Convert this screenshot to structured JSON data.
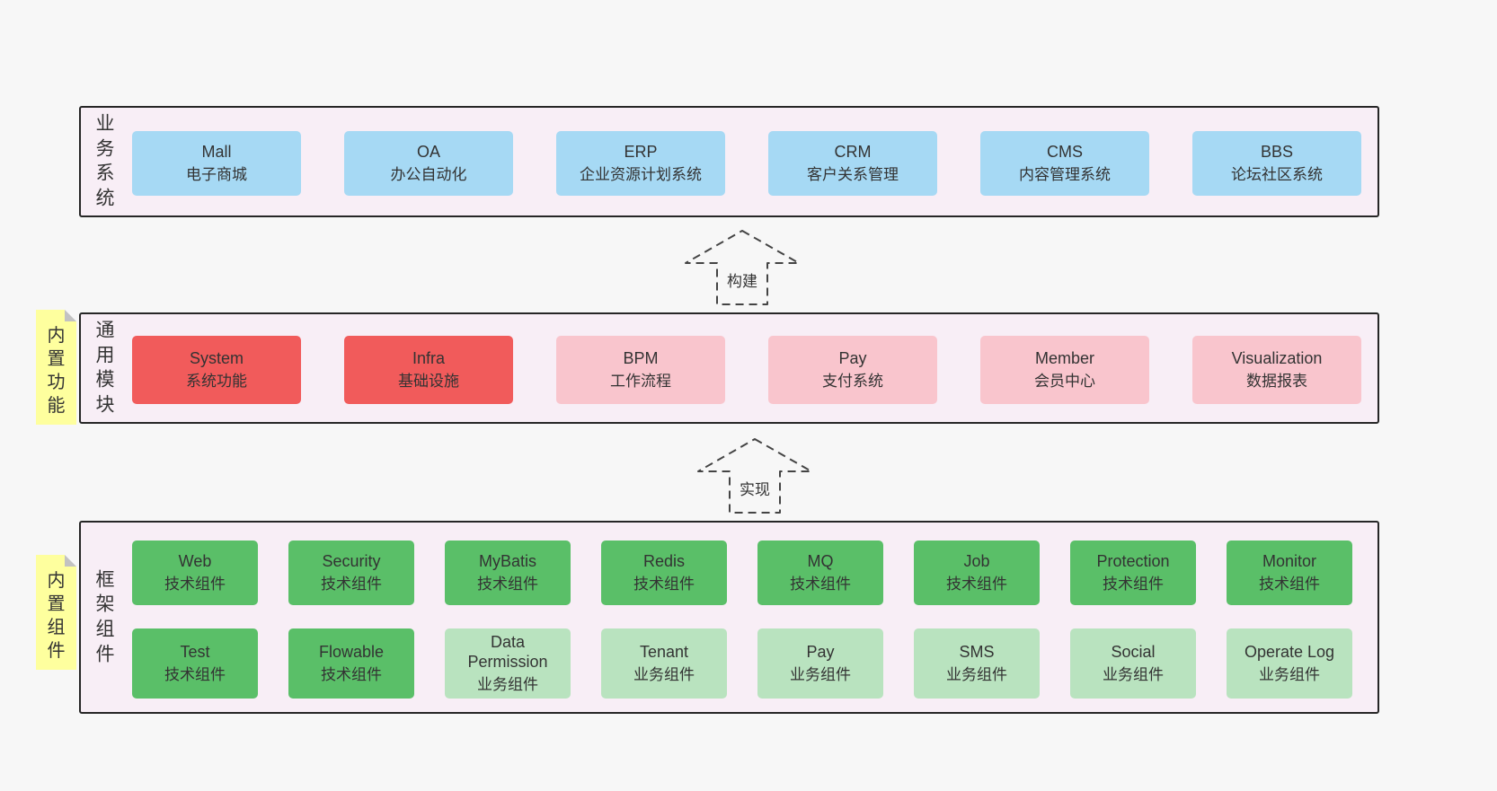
{
  "colors": {
    "page_bg": "#f7f7f7",
    "layer_bg": "#f8eef6",
    "layer_border": "#262626",
    "blue": "#a6d9f4",
    "red": "#f15b5b",
    "pink": "#f9c5cd",
    "green_dark": "#5abf68",
    "green_light": "#b9e3bf",
    "tag_yellow": "#feff9e",
    "text": "#333333"
  },
  "arrows": [
    {
      "label": "构建"
    },
    {
      "label": "实现"
    }
  ],
  "layers": {
    "business": {
      "side_label": "业务系统",
      "boxes": [
        {
          "title": "Mall",
          "subtitle": "电子商城"
        },
        {
          "title": "OA",
          "subtitle": "办公自动化"
        },
        {
          "title": "ERP",
          "subtitle": "企业资源计划系统"
        },
        {
          "title": "CRM",
          "subtitle": "客户关系管理"
        },
        {
          "title": "CMS",
          "subtitle": "内容管理系统"
        },
        {
          "title": "BBS",
          "subtitle": "论坛社区系统"
        }
      ]
    },
    "modules": {
      "side_label": "通用模块",
      "tag": "内置功能",
      "boxes": [
        {
          "title": "System",
          "subtitle": "系统功能",
          "variant": "red"
        },
        {
          "title": "Infra",
          "subtitle": "基础设施",
          "variant": "red"
        },
        {
          "title": "BPM",
          "subtitle": "工作流程",
          "variant": "pink"
        },
        {
          "title": "Pay",
          "subtitle": "支付系统",
          "variant": "pink"
        },
        {
          "title": "Member",
          "subtitle": "会员中心",
          "variant": "pink"
        },
        {
          "title": "Visualization",
          "subtitle": "数据报表",
          "variant": "pink"
        }
      ]
    },
    "framework": {
      "side_label": "框架组件",
      "tag": "内置组件",
      "row1": [
        {
          "title": "Web",
          "subtitle": "技术组件"
        },
        {
          "title": "Security",
          "subtitle": "技术组件"
        },
        {
          "title": "MyBatis",
          "subtitle": "技术组件"
        },
        {
          "title": "Redis",
          "subtitle": "技术组件"
        },
        {
          "title": "MQ",
          "subtitle": "技术组件"
        },
        {
          "title": "Job",
          "subtitle": "技术组件"
        },
        {
          "title": "Protection",
          "subtitle": "技术组件"
        },
        {
          "title": "Monitor",
          "subtitle": "技术组件"
        }
      ],
      "row2": [
        {
          "title": "Test",
          "subtitle": "技术组件",
          "variant": "green-dark"
        },
        {
          "title": "Flowable",
          "subtitle": "技术组件",
          "variant": "green-dark"
        },
        {
          "title": "Data Permission",
          "subtitle": "业务组件",
          "variant": "green-light"
        },
        {
          "title": "Tenant",
          "subtitle": "业务组件",
          "variant": "green-light"
        },
        {
          "title": "Pay",
          "subtitle": "业务组件",
          "variant": "green-light"
        },
        {
          "title": "SMS",
          "subtitle": "业务组件",
          "variant": "green-light"
        },
        {
          "title": "Social",
          "subtitle": "业务组件",
          "variant": "green-light"
        },
        {
          "title": "Operate Log",
          "subtitle": "业务组件",
          "variant": "green-light"
        }
      ]
    }
  }
}
